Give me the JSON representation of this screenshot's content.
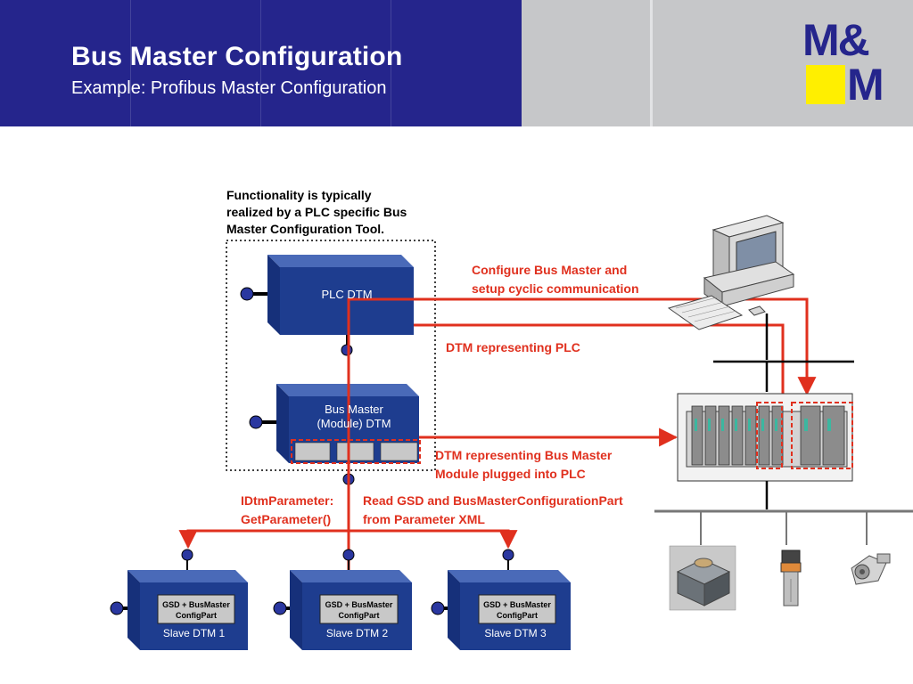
{
  "header": {
    "title": "Bus Master Configuration",
    "subtitle": "Example: Profibus Master Configuration",
    "logo_top": "M&",
    "logo_bottom": "M"
  },
  "colors": {
    "header_blue": "#25258c",
    "box_blue": "#1e3d8f",
    "accent_red": "#e0301e",
    "logo_yellow": "#ffef00"
  },
  "diagram": {
    "note": [
      "Functionality is typically",
      "realized by a PLC specific Bus",
      "Master Configuration Tool."
    ],
    "plc_dtm_label": "PLC DTM",
    "bus_master_label": [
      "Bus Master",
      "(Module) DTM"
    ],
    "annotations": {
      "configure": [
        "Configure Bus Master and",
        "setup cyclic communication"
      ],
      "dtm_plc": "DTM representing PLC",
      "dtm_bus_master": [
        "DTM representing Bus Master",
        "Module  plugged into PLC"
      ],
      "idtm": [
        "IDtmParameter:",
        "GetParameter()"
      ],
      "read_gsd": [
        "Read GSD and BusMasterConfigurationPart",
        "from Parameter XML"
      ]
    },
    "slaves": [
      {
        "gsd": [
          "GSD + BusMaster",
          "ConfigPart"
        ],
        "label": "Slave DTM 1"
      },
      {
        "gsd": [
          "GSD + BusMaster",
          "ConfigPart"
        ],
        "label": "Slave DTM 2"
      },
      {
        "gsd": [
          "GSD + BusMaster",
          "ConfigPart"
        ],
        "label": "Slave DTM 3"
      }
    ],
    "icons": [
      "computer-icon",
      "plc-rack-icon",
      "actuator-device-icon",
      "sensor-device-icon",
      "valve-device-icon"
    ]
  }
}
